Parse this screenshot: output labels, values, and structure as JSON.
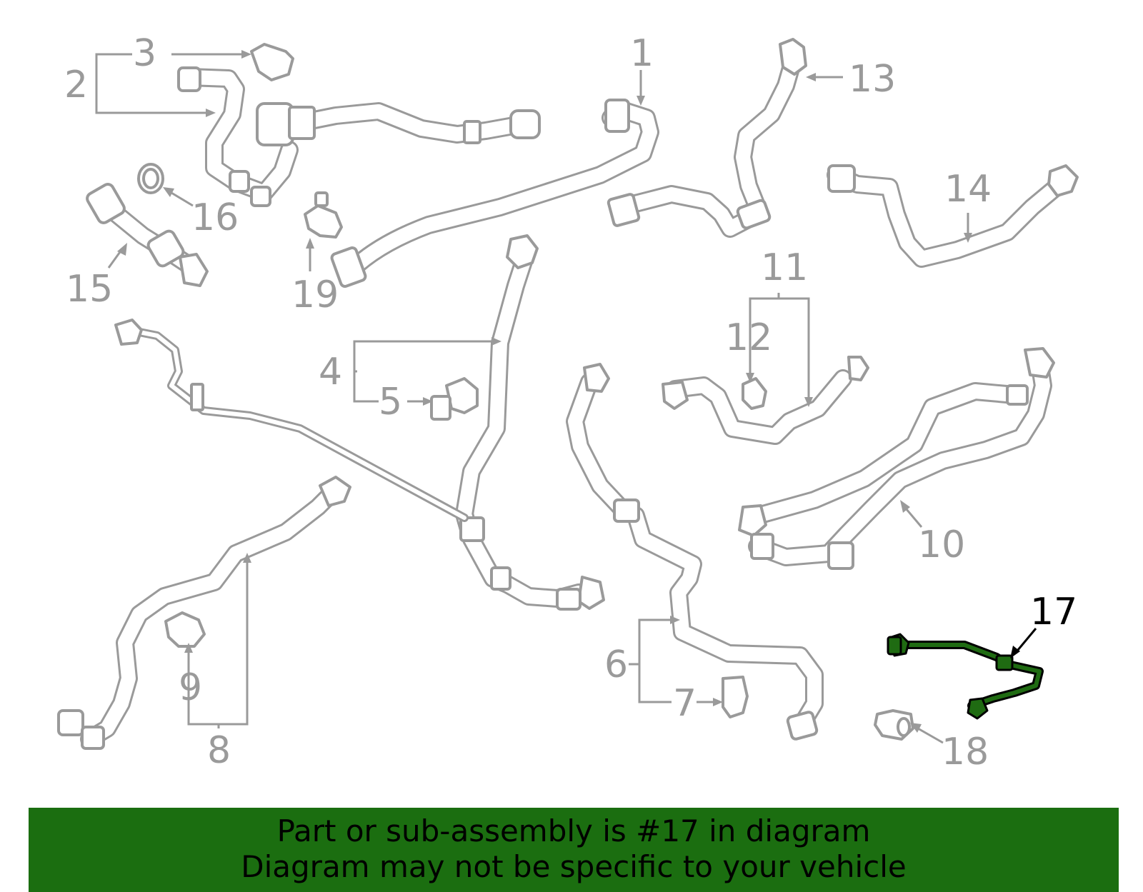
{
  "callouts": {
    "c1": "1",
    "c2": "2",
    "c3": "3",
    "c4": "4",
    "c5": "5",
    "c6": "6",
    "c7": "7",
    "c8": "8",
    "c9": "9",
    "c10": "10",
    "c11": "11",
    "c12": "12",
    "c13": "13",
    "c14": "14",
    "c15": "15",
    "c16": "16",
    "c17": "17",
    "c18": "18",
    "c19": "19"
  },
  "highlight": {
    "part_number": "17",
    "color": "#1b6e10"
  },
  "banner": {
    "line1": "Part or sub-assembly is #17 in diagram",
    "line2": "Diagram may not be specific to your vehicle",
    "background": "#1b6e10"
  },
  "colors": {
    "line": "#9a9a9a",
    "highlight_fill": "#1f6b12",
    "highlight_text": "#000000"
  }
}
